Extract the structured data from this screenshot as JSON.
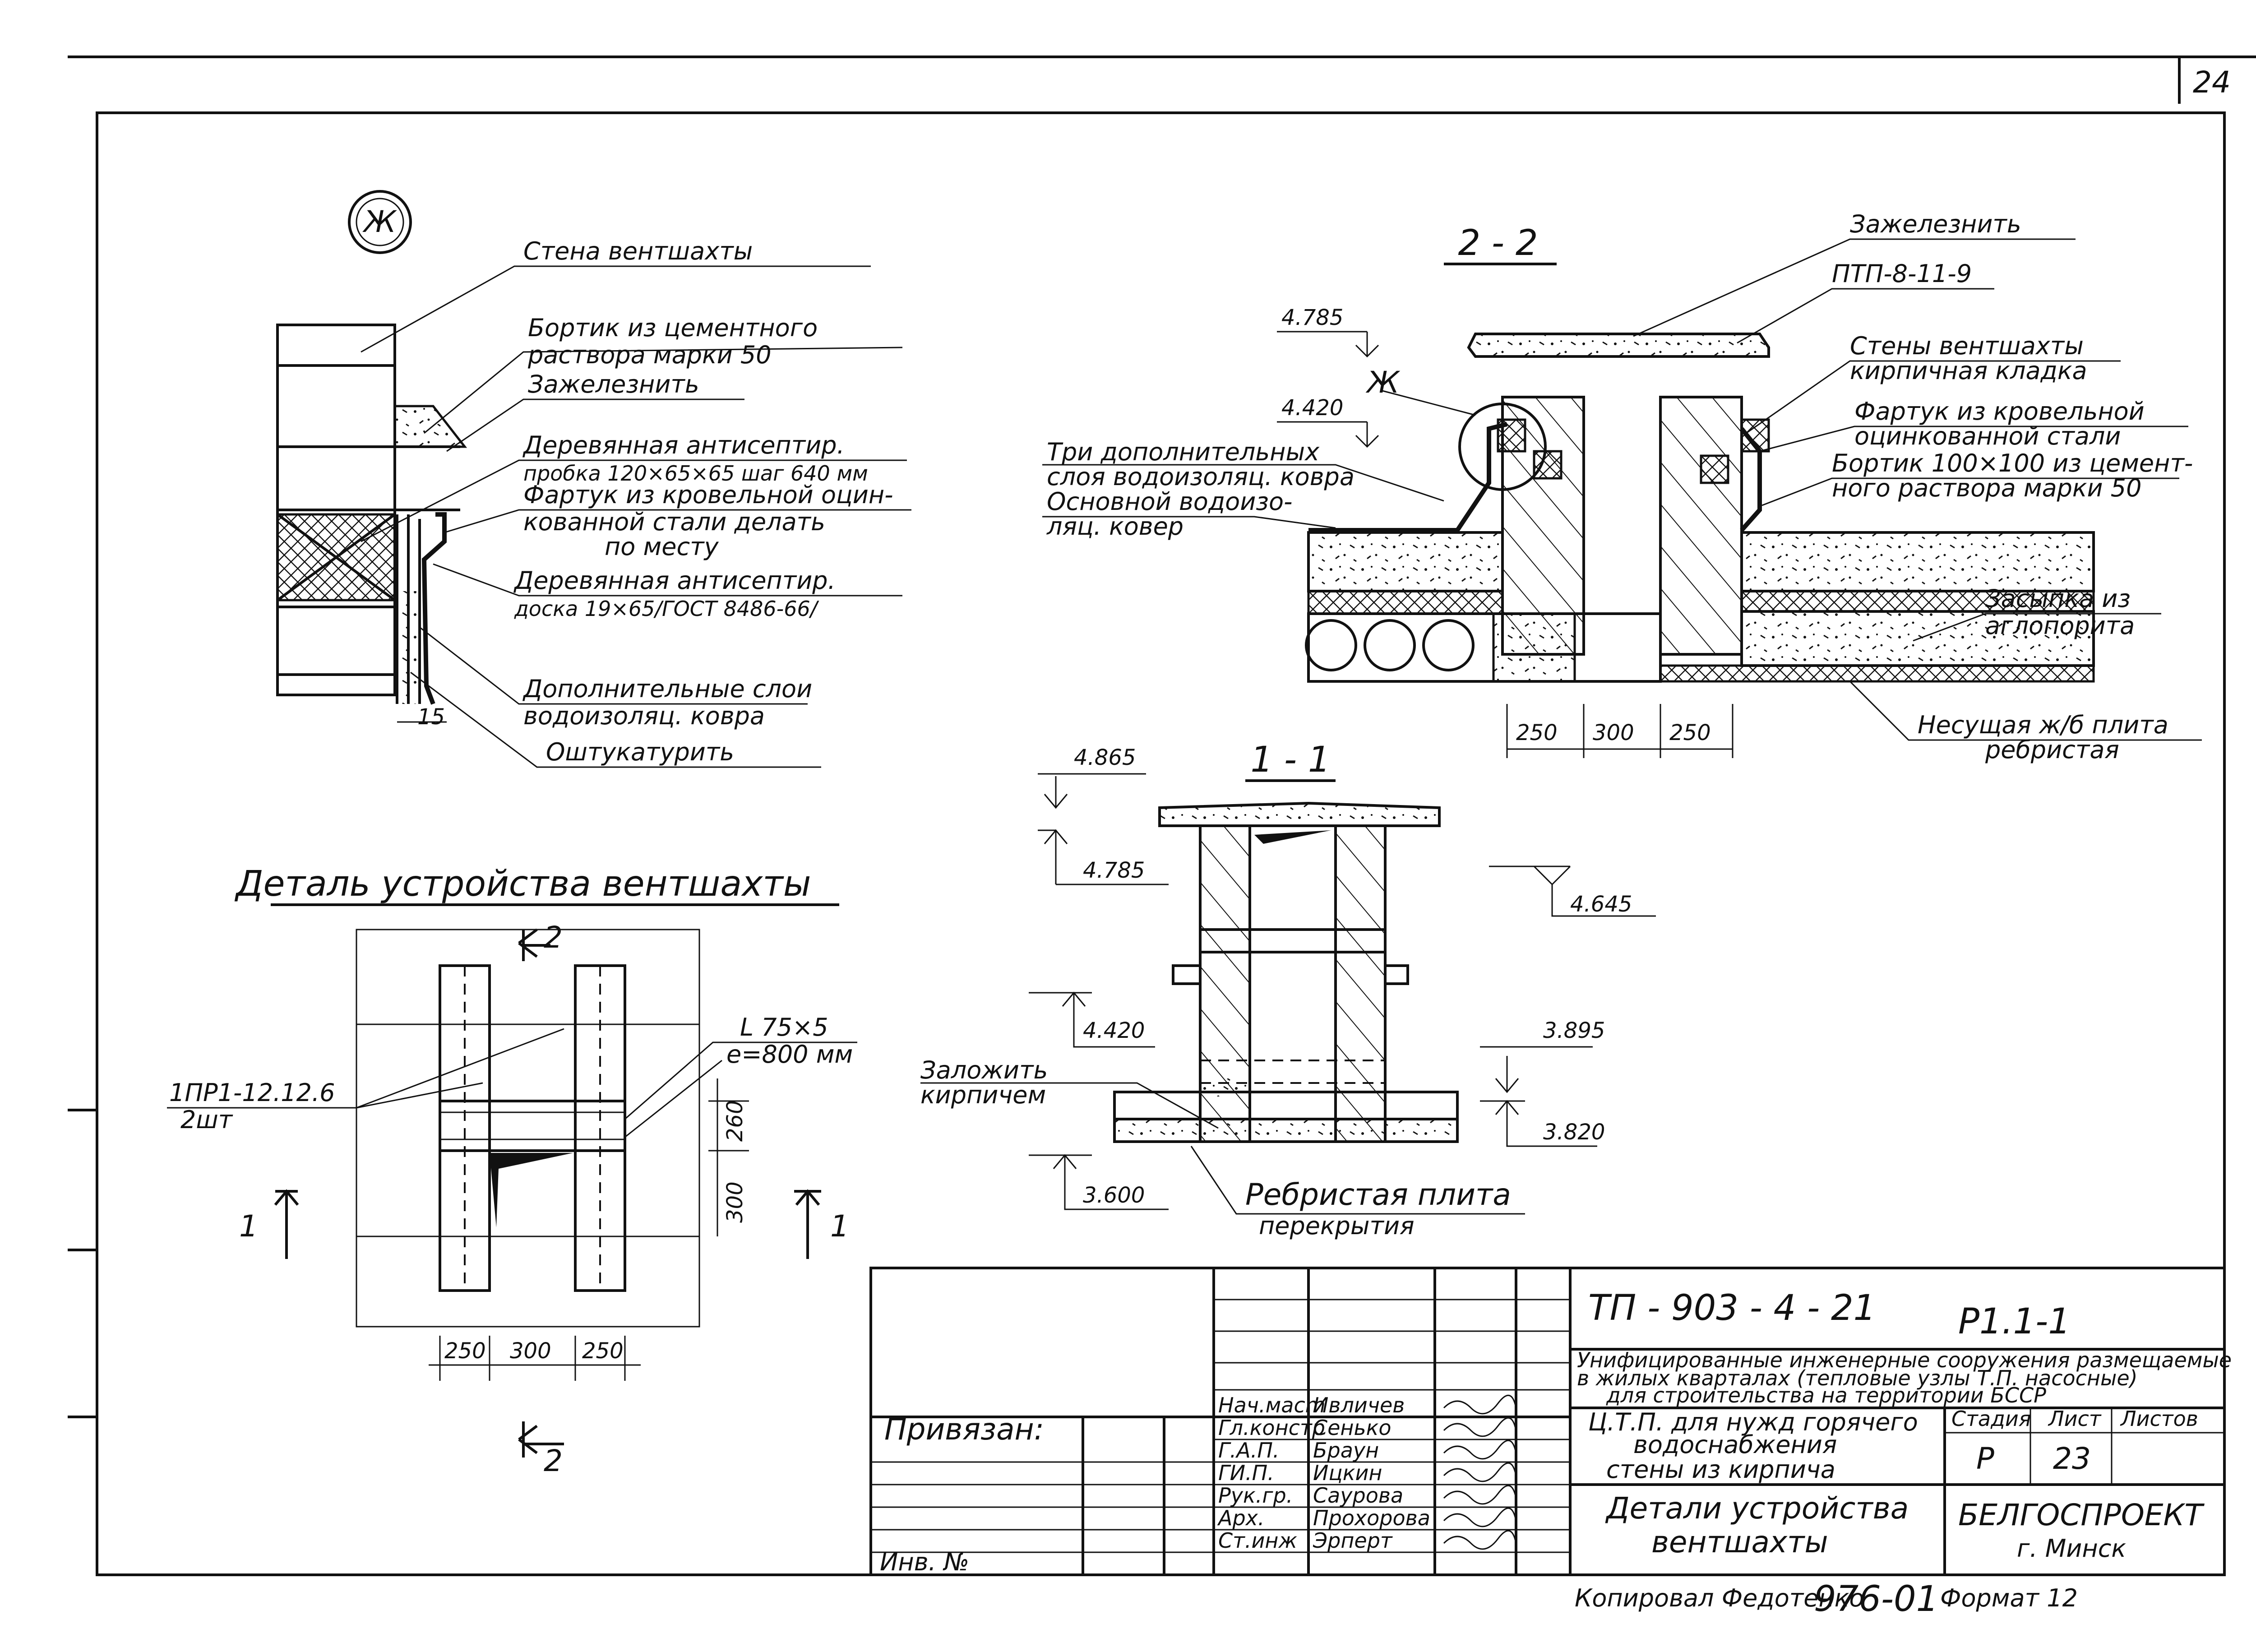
{
  "page": {
    "sheet_number": "24"
  },
  "detail_zh": {
    "marker": "Ж",
    "labels": {
      "wall": "Стена вентшахты",
      "curb_l1": "Бортик из цементного",
      "curb_l2": "раствора марки 50",
      "iron": "Зажелезнить",
      "plug_l1": "Деревянная антисептир.",
      "plug_l2": "пробка 120×65×65 шаг 640 мм",
      "apron_l1": "Фартук из кровельной оцин-",
      "apron_l2": "кованной стали делать",
      "apron_l3": "по месту",
      "board_l1": "Деревянная антисептир.",
      "board_l2": "доска 19×65/ГОСТ 8486-66/",
      "layers_l1": "Дополнительные слои",
      "layers_l2": "водоизоляц. ковра",
      "plaster": "Оштукатурить",
      "dim15": "15"
    }
  },
  "section22": {
    "title": "2 - 2",
    "labels": {
      "iron": "Зажелезнить",
      "ptp": "ПТП-8-11-9",
      "walls_l1": "Стены вентшахты",
      "walls_l2": "кирпичная кладка",
      "apron_l1": "Фартук из кровельной",
      "apron_l2": "оцинкованной стали",
      "curb_l1": "Бортик 100×100 из цемент-",
      "curb_l2": "ного раствора марки 50",
      "fill_l1": "Засыпка из",
      "fill_l2": "аглопорита",
      "slab_l1": "Несущая ж/б плита",
      "slab_l2": "ребристая",
      "extra_l1": "Три дополнительных",
      "extra_l2": "слоя водоизоляц. ковра",
      "main_l1": "Основной водоизо-",
      "main_l2": "ляц. ковер",
      "callout": "Ж",
      "lvl_4785": "4.785",
      "lvl_4420": "4.420",
      "d250a": "250",
      "d300": "300",
      "d250b": "250"
    }
  },
  "section11": {
    "title": "1 - 1",
    "labels": {
      "lvl_4865": "4.865",
      "lvl_4785": "4.785",
      "lvl_4645": "4.645",
      "lvl_4420": "4.420",
      "lvl_3895": "3.895",
      "lvl_3820": "3.820",
      "lvl_3600": "3.600",
      "brick_l1": "Заложить",
      "brick_l2": "кирпичем",
      "slab_l1": "Ребристая плита",
      "slab_l2": "перекрытия"
    }
  },
  "plan": {
    "title": "Деталь устройства вентшахты",
    "labels": {
      "section2_top": "2",
      "section2_bot": "2",
      "section1_left": "1",
      "section1_right": "1",
      "angle_l1": "L 75×5",
      "angle_l2": "e=800 мм",
      "plate_l1": "1ПР1-12.12.6",
      "plate_l2": "2шт",
      "d260": "260",
      "d300v": "300",
      "d250a": "250",
      "d300": "300",
      "d250b": "250"
    }
  },
  "titleblock": {
    "project_code": "ТП - 903 - 4 - 21",
    "sheet_code": "Р1.1-1",
    "desc_l1": "Унифицированные инженерные сооружения размещаемые",
    "desc_l2": "в жилых кварталах (тепловые узлы Т.П. насосные)",
    "desc_l3": "для строительства на территории БССР",
    "subtitle_l1": "Ц.Т.П. для нужд горячего",
    "subtitle_l2": "водоснабжения",
    "subtitle_l3": "стены из кирпича",
    "title_l1": "Детали устройства",
    "title_l2": "вентшахты",
    "stage_hdr": "Стадия",
    "sheet_hdr": "Лист",
    "sheets_hdr": "Листов",
    "stage": "Р",
    "sheet": "23",
    "org_l1": "БЕЛГОСПРОЕКТ",
    "org_l2": "г. Минск",
    "bound": "Привязан:",
    "inv": "Инв. №",
    "staff": [
      {
        "role": "Нач.масm",
        "name": "Ивличев"
      },
      {
        "role": "Гл.констр",
        "name": "Сенько"
      },
      {
        "role": "Г.А.П.",
        "name": "Браун"
      },
      {
        "role": "ГИ.П.",
        "name": "Ицкин"
      },
      {
        "role": "Рук.гр.",
        "name": "Саурова"
      },
      {
        "role": "Арх.",
        "name": "Прохорова"
      },
      {
        "role": "Ст.инж",
        "name": "Эрперт"
      }
    ],
    "footer_copy": "Копировал Федотенко",
    "footer_num": "976-01",
    "footer_format": "Формат 12"
  }
}
